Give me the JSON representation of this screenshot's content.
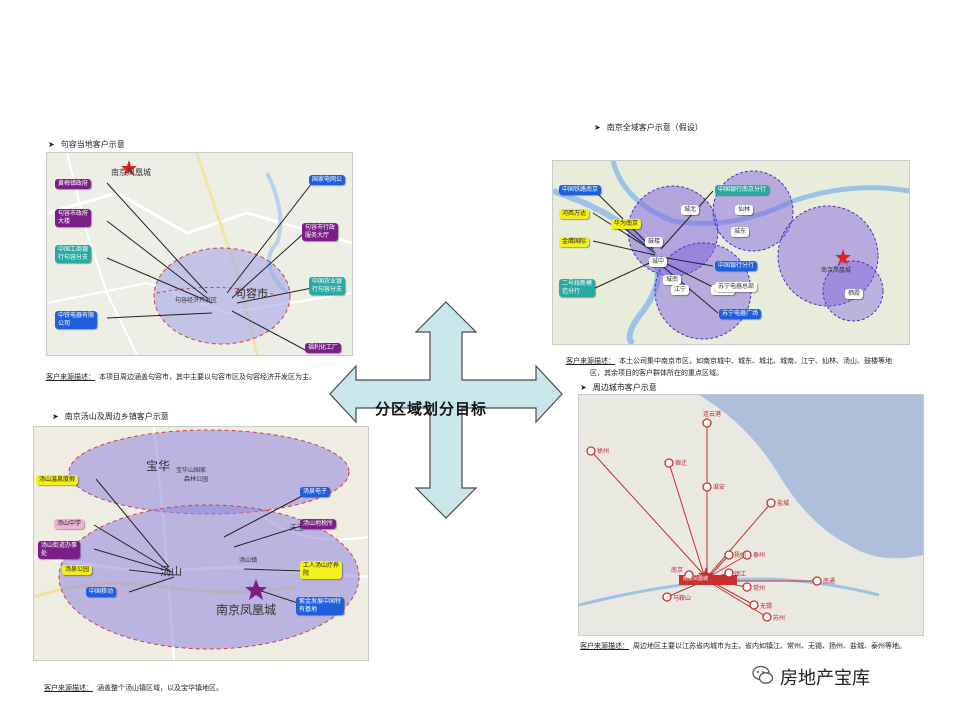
{
  "center": {
    "title": "分区域划分目标"
  },
  "brand": {
    "name": "房地产宝库"
  },
  "panel_jurong": {
    "title": "句容当地客户示意",
    "city_label": "句容市",
    "zone_label": "句容经济开发区",
    "star_label": "南京凤凰城",
    "labels": [
      "黄梅镇政府",
      "句容市政府\n大楼",
      "中国工商银\n行句容分支",
      "中铁电器有限\n公司",
      "国家电网公",
      "句容市行政\n服务大厅",
      "中国农业银\n行句容分支",
      "福利化工厂"
    ],
    "desc_head": "客户来源描述：",
    "desc_body": "本项目周边涵盖句容市，其中主要以句容市区及句容经济开发区为主。"
  },
  "panel_nanjing": {
    "title": "南京全域客户示意（假设）",
    "star_label": "南京凤凰城",
    "labels": [
      "中国铁路南京",
      "河西万达",
      "华为南京",
      "金鹰国际",
      "二号线新模\n范分行",
      "中国银行南京分行",
      "中国银行分行",
      "苏宁电器总部",
      "苏宁电器广场"
    ],
    "zones": [
      "仙林",
      "城东",
      "城北",
      "城南",
      "城中",
      "江宁",
      "开发区",
      "鼓楼",
      "栖霞"
    ],
    "desc_head": "客户来源描述：",
    "desc_body": "本土公司集中南京市区，如南京城中、城东、城北、城南、江宁、仙林、汤山、鼓楼等地",
    "desc_body2": "区，其余项目的客户群体所在的重点区域。"
  },
  "panel_tangshan": {
    "title": "南京汤山及周边乡镇客户示意",
    "big_label": "宝华",
    "town_label": "汤山",
    "star_label": "南京凤凰城",
    "places": [
      "宝华山国家",
      "森林公园",
      "天王",
      "汤山镇"
    ],
    "labels": [
      "汤山温泉度假",
      "汤山中学",
      "汤山街道办事\n处",
      "汤泉公园",
      "中国移动",
      "汤泉电子",
      "汤山地税所",
      "工人汤山疗养\n院",
      "紫金发展中国特\n有基地"
    ],
    "desc_head": "客户来源描述：",
    "desc_body": "涵盖整个汤山镇区域，以及宝华镇地区。"
  },
  "panel_cities": {
    "title": "周边城市客户示意",
    "cities": [
      "徐州",
      "连云港",
      "宿迁",
      "淮安",
      "盐城",
      "扬州",
      "泰州",
      "镇江",
      "南京",
      "马鞍山",
      "南通",
      "常州",
      "无锡",
      "苏州"
    ],
    "star_label": "南京凤凰城",
    "desc_head": "客户来源描述：",
    "desc_body": "周边地区主要以江苏省内城市为主，省内如镇江、常州、无锡、扬州、盐城、泰州等地。"
  }
}
